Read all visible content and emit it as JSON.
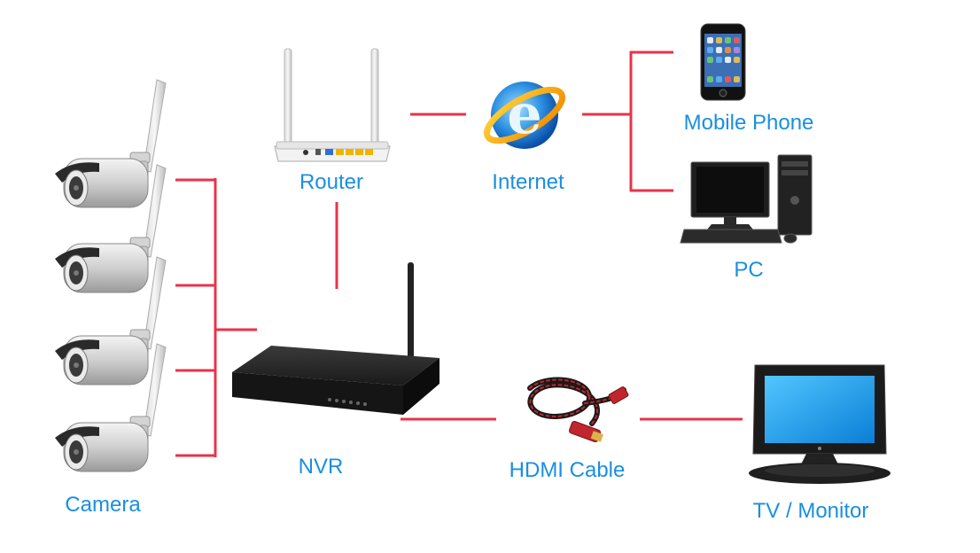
{
  "colors": {
    "connector": "#e8334a",
    "label": "#1a8fe0"
  },
  "labels": {
    "router": "Router",
    "internet": "Internet",
    "mobile_phone": "Mobile Phone",
    "pc": "PC",
    "camera": "Camera",
    "nvr": "NVR",
    "hdmi_cable": "HDMI Cable",
    "tv_monitor": "TV / Monitor"
  },
  "icons": {
    "router": "wifi-router-icon",
    "internet": "internet-explorer-icon",
    "mobile_phone": "smartphone-icon",
    "pc": "desktop-pc-icon",
    "camera": "bullet-camera-icon",
    "nvr": "nvr-recorder-icon",
    "hdmi_cable": "hdmi-cable-icon",
    "tv_monitor": "tv-monitor-icon"
  }
}
